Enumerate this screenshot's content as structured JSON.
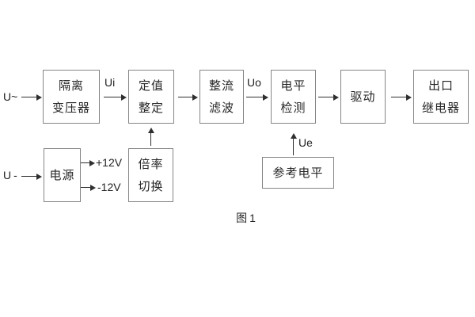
{
  "figure": {
    "caption": "图1",
    "blocks": {
      "isolation_transformer": {
        "line1": "隔离",
        "line2": "变压器"
      },
      "value_setting": {
        "line1": "定值",
        "line2": "整定"
      },
      "rectify_filter": {
        "line1": "整流",
        "line2": "滤波"
      },
      "level_detect": {
        "line1": "电平",
        "line2": "检测"
      },
      "drive": {
        "line1": "驱动"
      },
      "output_relay": {
        "line1": "出口",
        "line2": "继电器"
      },
      "power": {
        "line1": "电源"
      },
      "ratio_switch": {
        "line1": "倍率",
        "line2": "切换"
      },
      "reference_level": {
        "line1": "参考电平"
      }
    },
    "signals": {
      "ac_input": "U~",
      "dc_input": "U-",
      "ui": "Ui",
      "uo": "Uo",
      "ue": "Ue",
      "rail_pos": "+12V",
      "rail_neg": "-12V"
    },
    "colors": {
      "background": "#ffffff",
      "box_border": "#858585",
      "arrow_line": "#2f2f2f",
      "text": "#262626"
    }
  }
}
